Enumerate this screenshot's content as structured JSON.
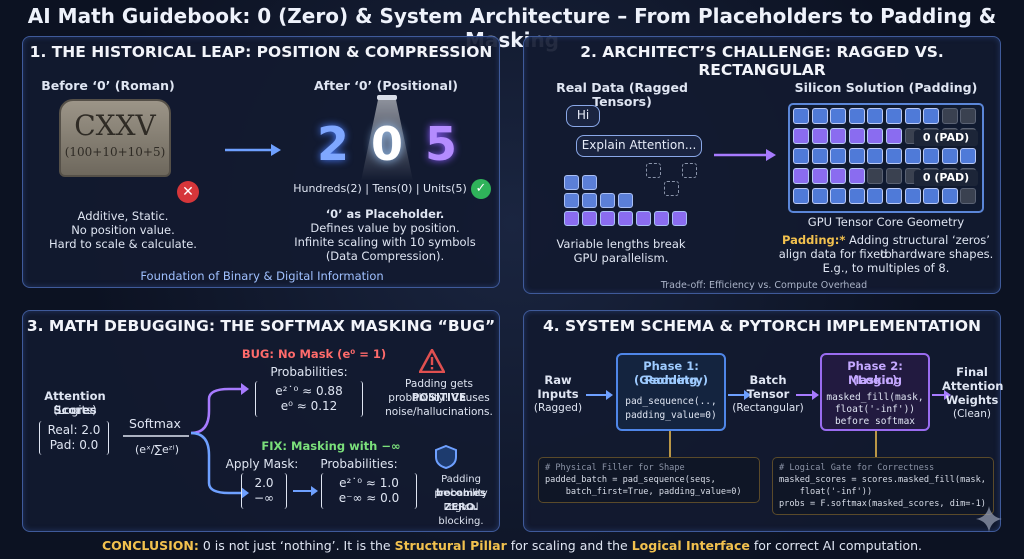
{
  "title": "AI Math Guidebook: 0 (Zero) & System Architecture – From Placeholders to Padding & Masking",
  "panel1": {
    "heading": "1. THE HISTORICAL LEAP: POSITION & COMPRESSION",
    "before_label": "Before ‘0’ (Roman)",
    "roman_numeral": "CXXV",
    "roman_expansion": "(100+10+10+5)",
    "before_lines": [
      "Additive, Static.",
      "No position value.",
      "Hard to scale & calculate."
    ],
    "after_label": "After ‘0’ (Positional)",
    "digits": [
      "2",
      "0",
      "5"
    ],
    "place_values": "Hundreds(2) | Tens(0) | Units(5)",
    "after_title": "‘0’ as Placeholder.",
    "after_lines": [
      "Defines value by position.",
      "Infinite scaling with 10 symbols",
      "(Data Compression)."
    ],
    "footer": "Foundation of Binary & Digital Information"
  },
  "panel2": {
    "heading": "2. ARCHITECT’S CHALLENGE: RAGGED VS. RECTANGULAR",
    "left_label": "Real Data (Ragged Tensors)",
    "bubble_short": "Hi",
    "bubble_long": "Explain Attention...",
    "left_caption": [
      "Variable lengths break",
      "GPU parallelism."
    ],
    "right_label": "Silicon Solution (Padding)",
    "pad_label_1": "0 (PAD)",
    "pad_label_2": "0 (PAD)",
    "grid_caption": "GPU Tensor Core Geometry",
    "padding_term": "Padding:*",
    "padding_desc": "Adding structural ‘zeros’ to",
    "padding_lines": [
      "align data for fixed hardware shapes.",
      "E.g., to multiples of 8."
    ],
    "footer": "Trade-off: Efficiency vs. Compute Overhead"
  },
  "panel3": {
    "heading": "3. MATH DEBUGGING: THE SOFTMAX MASKING “BUG”",
    "attention_label": [
      "Attention Scores",
      "(Logits)"
    ],
    "real_row": "Real: 2.0",
    "pad_row": "Pad: 0.0",
    "softmax_label": "Softmax",
    "softmax_formula": "(eˣ/∑eᶻⁱ)",
    "bug_title": "BUG: No Mask (e⁰ = 1)",
    "bug_prob_label": "Probabilities:",
    "bug_probs": [
      "e²˙⁰ ≈ 0.88",
      "e⁰ ≈ 0.12"
    ],
    "bug_warning_prefix": "Padding gets ",
    "bug_warning_strong": "POSITIVE",
    "bug_warning_rest": [
      "probability! Causes",
      "noise/hallucinations."
    ],
    "fix_title": "FIX: Masking with −∞",
    "apply_mask_label": "Apply Mask:",
    "mask_values": [
      "2.0",
      "−∞"
    ],
    "fix_prob_label": "Probabilities:",
    "fix_probs": [
      "e²˙⁰ ≈ 1.0",
      "e⁻∞ ≈ 0.0"
    ],
    "fix_note": [
      "Padding probability",
      "becomes ZERO.",
      "Logical blocking."
    ]
  },
  "panel4": {
    "heading": "4. SYSTEM SCHEMA & PYTORCH IMPLEMENTATION",
    "raw_inputs": [
      "Raw",
      "Inputs",
      "(Ragged)"
    ],
    "phase1_title": [
      "Phase 1: Padding",
      "(Geometry)"
    ],
    "phase1_code": [
      "pad_sequence(..,",
      "padding_value=0)"
    ],
    "batch_tensor": [
      "Batch",
      "Tensor",
      "(Rectangular)"
    ],
    "phase2_title": [
      "Phase 2: Masking",
      "(Logic)"
    ],
    "phase2_code": [
      "masked_fill(mask,",
      "float('-inf'))",
      "before softmax"
    ],
    "final_weights": [
      "Final",
      "Attention",
      "Weights",
      "(Clean)"
    ],
    "code1_comment": "# Physical Filler for Shape",
    "code1_lines": [
      "padded_batch = pad_sequence(seqs,",
      "    batch_first=True, padding_value=0)"
    ],
    "code2_comment": "# Logical Gate for Correctness",
    "code2_lines": [
      "masked_scores = scores.masked_fill(mask,",
      "    float('-inf'))",
      "probs = F.softmax(masked_scores, dim=-1)"
    ]
  },
  "conclusion": {
    "lead": "CONCLUSION:",
    "part1": " 0 is not just ‘nothing’. It is the ",
    "strong1": "Structural Pillar",
    "part2": " for scaling and the ",
    "strong2": "Logical Interface",
    "part3": " for correct AI computation."
  },
  "colors": {
    "accent_blue": "#6ea0ff",
    "accent_purple": "#a77bff",
    "bug_red": "#ff6b6b",
    "fix_green": "#7be07b",
    "gold": "#f2c14e"
  }
}
